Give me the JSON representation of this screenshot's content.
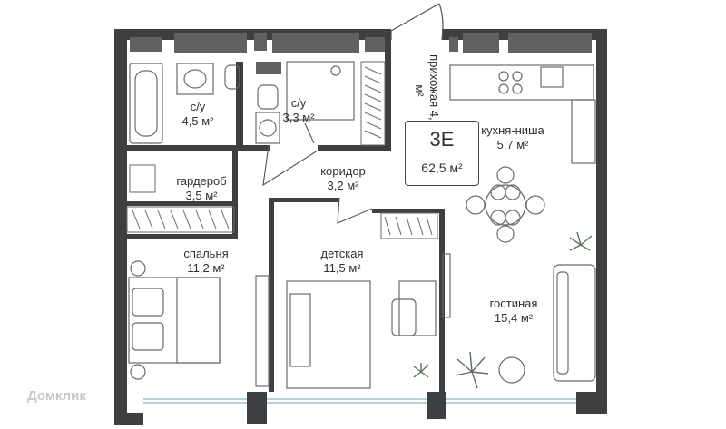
{
  "apartment": {
    "code": "3Е",
    "total_area": "62,5 м²"
  },
  "rooms": [
    {
      "name": "с/у",
      "area": "4,5 м²"
    },
    {
      "name": "с/у",
      "area": "3,3 м²"
    },
    {
      "name": "прихожая",
      "area": "4,2 м²"
    },
    {
      "name": "кухня-ниша",
      "area": "5,7 м²"
    },
    {
      "name": "гардероб",
      "area": "3,5 м²"
    },
    {
      "name": "коридор",
      "area": "3,2 м²"
    },
    {
      "name": "спальня",
      "area": "11,2 м²"
    },
    {
      "name": "детская",
      "area": "11,5 м²"
    },
    {
      "name": "гостиная",
      "area": "15,4 м²"
    }
  ],
  "watermark": "Домклик",
  "colors": {
    "wall": "#3d3f41",
    "window": "#5f6163",
    "glass": "#bcd9e3",
    "line": "#6a6a6a"
  }
}
